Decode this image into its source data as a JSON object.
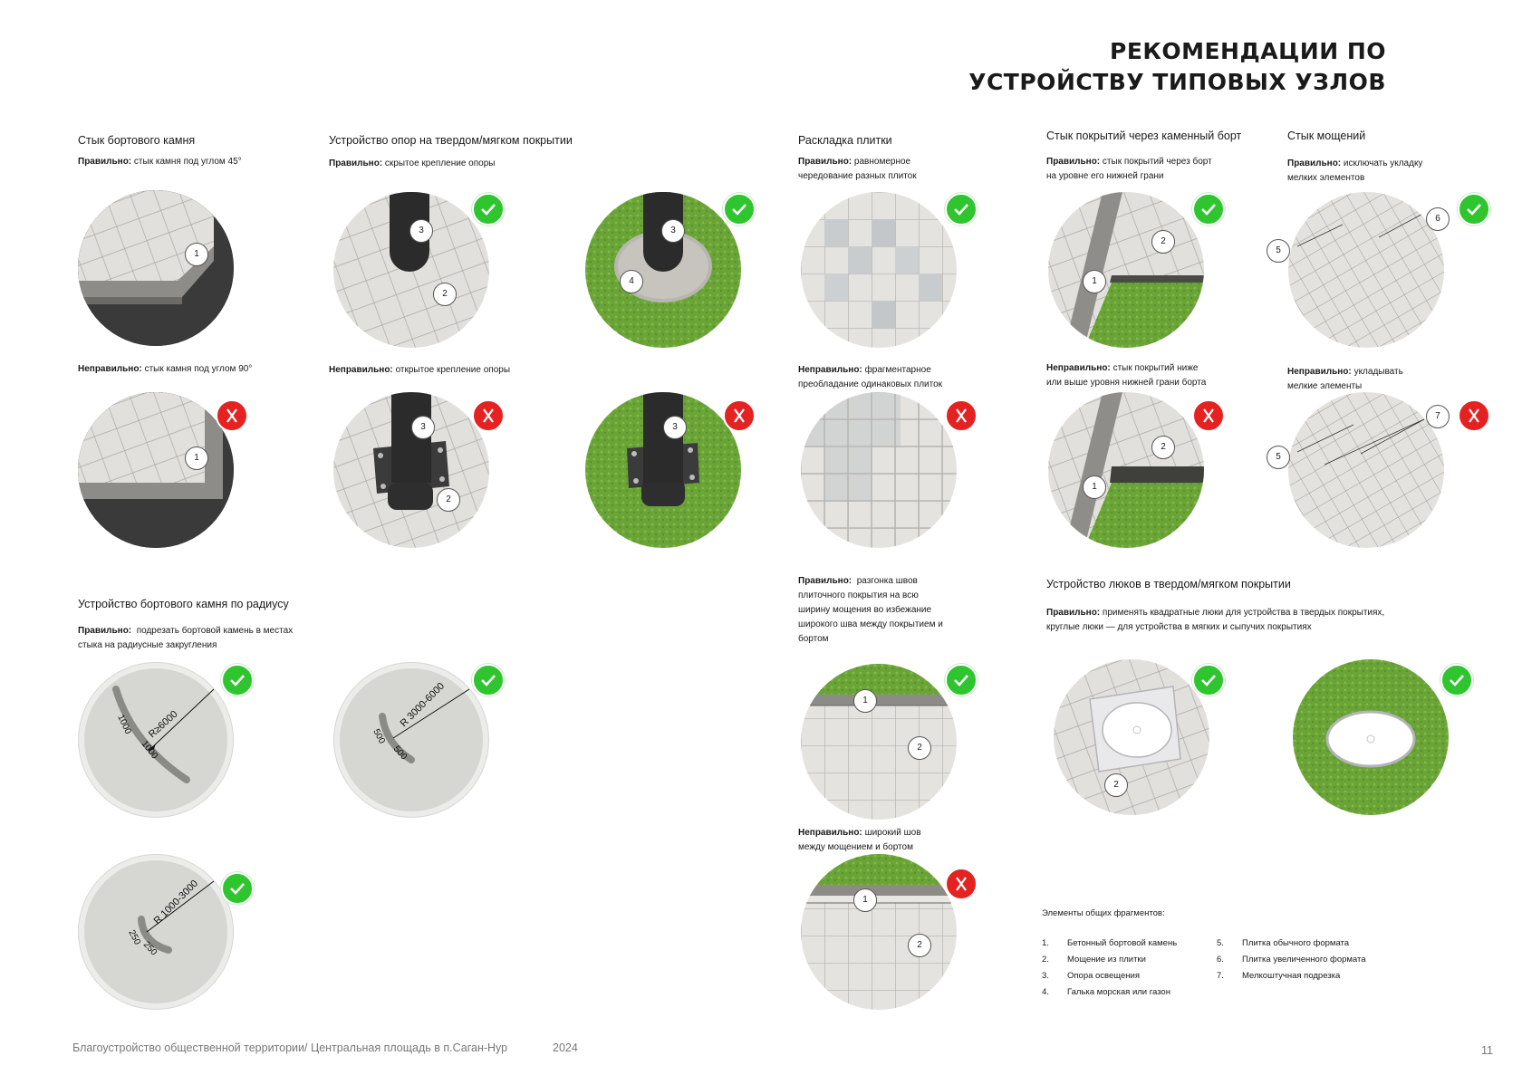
{
  "title": {
    "line1": "РЕКОМЕНДАЦИИ ПО",
    "line2": "УСТРОЙСТВУ  ТИПОВЫХ УЗЛОВ"
  },
  "labels": {
    "right": "Правильно:",
    "wrong": "Неправильно:"
  },
  "s1": {
    "title": "Стык бортового камня",
    "ok_text": "стык камня под углом 45°",
    "bad_text": "стык камня под углом 90°"
  },
  "s2": {
    "title": "Устройство опор на твердом/мягком покрытии",
    "ok_text": "скрытое крепление опоры",
    "bad_text": "открытое крепление опоры"
  },
  "s3": {
    "title": "Раскладка плитки",
    "ok_text_1": "равномерное",
    "ok_text_2": "чередование разных плиток",
    "bad_text_1": "фрагментарное",
    "bad_text_2": "преобладание одинаковых плиток"
  },
  "s4": {
    "title": "Стык покрытий через каменный борт",
    "ok_text_1": "стык покрытий через борт",
    "ok_text_2": "на уровне его нижней грани",
    "bad_text_1": "стык покрытий ниже",
    "bad_text_2": "или выше уровня нижней грани борта"
  },
  "s5": {
    "title": "Стык мощений",
    "ok_text_1": "исключать укладку",
    "ok_text_2": "мелких элементов",
    "bad_text_1": "укладывать",
    "bad_text_2": "мелкие элементы"
  },
  "s6": {
    "title": "Устройство бортового камня по радиусу",
    "ok_text_1": "подрезать бортовой камень в местах",
    "ok_text_2": "стыка на радиусные закругления",
    "c1": {
      "r": "R≥6000",
      "a": "1000",
      "b": "1000"
    },
    "c2": {
      "r": "R 3000-6000",
      "a": "500",
      "b": "500"
    },
    "c3": {
      "r": "R 1000-3000",
      "a": "250",
      "b": "250"
    }
  },
  "s7": {
    "ok_1": "разгонка швов",
    "ok_2": "плиточного покрытия на всю",
    "ok_3": "ширину мощения во избежание",
    "ok_4": "широкого шва между покрытием и",
    "ok_5": "бортом",
    "bad_1": "широкий шов",
    "bad_2": "между мощением и бортом"
  },
  "s8": {
    "title": "Устройство люков в твердом/мягком покрытии",
    "ok_1": "применять квадратные люки для устройства в твердых покрытиях,",
    "ok_2": "круглые люки — для устройства в мягких и сыпучих покрытиях"
  },
  "legend": {
    "heading": "Элементы общих фрагментов:",
    "col1": [
      {
        "n": "1.",
        "t": "Бетонный бортовой камень"
      },
      {
        "n": "2.",
        "t": "Мощение из плитки"
      },
      {
        "n": "3.",
        "t": "Опора освещения"
      },
      {
        "n": "4.",
        "t": "Галька морская или газон"
      }
    ],
    "col2": [
      {
        "n": "5.",
        "t": "Плитка обычного формата"
      },
      {
        "n": "6.",
        "t": "Плитка увеличенного формата"
      },
      {
        "n": "7.",
        "t": "Мелкоштучная подрезка"
      }
    ]
  },
  "callouts": {
    "n1": "1",
    "n2": "2",
    "n3": "3",
    "n4": "4",
    "n5": "5",
    "n6": "6",
    "n7": "7"
  },
  "footer": {
    "text": "Благоустройство общественной территории/ Центральная площадь в п.Саган-Нур",
    "year": "2024",
    "page": "11"
  },
  "colors": {
    "ok": "#2ec52e",
    "bad": "#e52222",
    "grass": "#6fa83a",
    "paving": "#dcdcd6",
    "asphalt": "#3a3a3a",
    "grey_disk": "#d6d6d2"
  }
}
